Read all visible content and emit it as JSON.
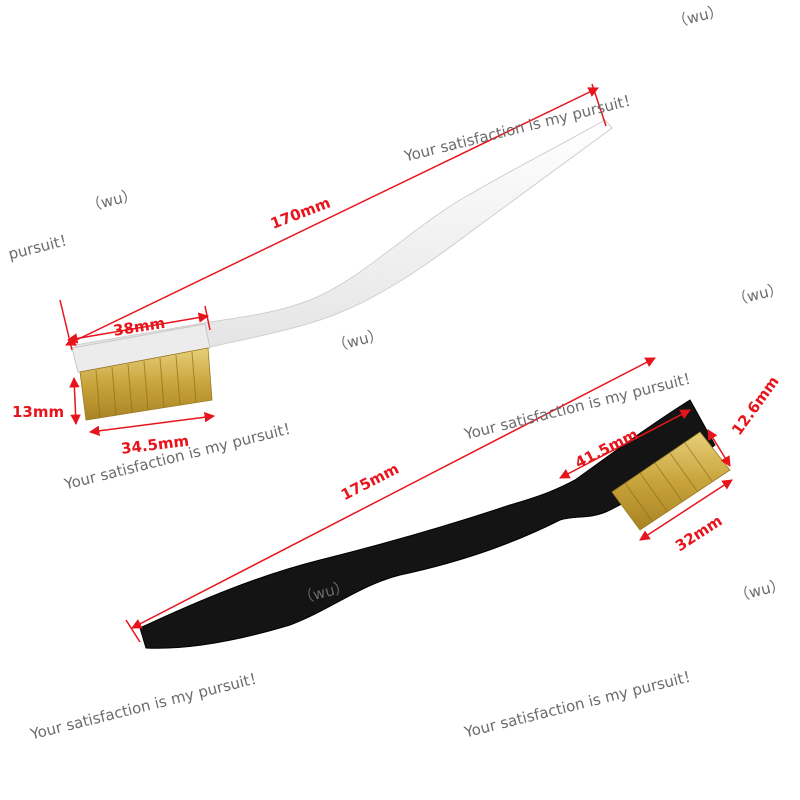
{
  "dimensions": {
    "white_brush": {
      "length": "170mm",
      "head_length": "38mm",
      "bristle_height": "13mm",
      "bristle_length": "34.5mm"
    },
    "black_brush": {
      "length": "175mm",
      "head_length": "41.5mm",
      "bristle_height": "12.6mm",
      "bristle_length": "32mm"
    }
  },
  "watermark": {
    "text": "Your satisfaction is my pursuit！",
    "partial": "pursuit！",
    "tag": "（wu）"
  },
  "colors": {
    "dimension": "#e8141c",
    "white_handle": "#f7f7f7",
    "black_handle": "#141414",
    "brass": "#c9a43c",
    "watermark": "#6b6b6b"
  }
}
